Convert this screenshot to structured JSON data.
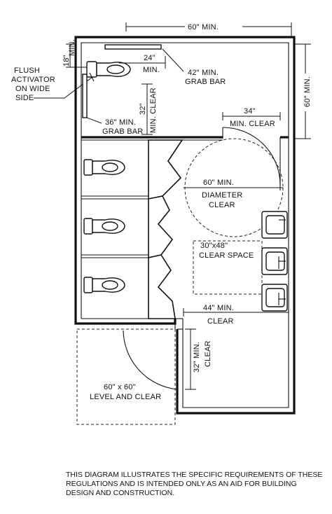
{
  "labels": {
    "width_top": "60\" MIN.",
    "height_right": "60\" MIN.",
    "dim_18": "18\"",
    "dim_18_min": "MIN.",
    "flush_1": "FLUSH",
    "flush_2": "ACTIVATOR",
    "flush_3": "ON WIDE",
    "flush_4": "SIDE",
    "dim_24": "24\"",
    "dim_24_min": "MIN.",
    "grab42_1": "42\" MIN.",
    "grab42_2": "GRAB BAR",
    "dim_32_top": "32\"",
    "min_clear_vertical": "MIN. CLEAR",
    "grab36_1": "36\" MIN.",
    "grab36_2": "GRAB BAR",
    "dim_34": "34\"",
    "min_clear_34": "MIN. CLEAR",
    "diameter_60": "60\" MIN.",
    "diameter_1": "DIAMETER",
    "diameter_2": "CLEAR",
    "clear_space_1": "30\"x48\"",
    "clear_space_2": "CLEAR SPACE",
    "dim_44": "44\" MIN.",
    "clear_44": "CLEAR",
    "dim_32_min_bottom": "32\" MIN.",
    "clear_vertical_bottom": "CLEAR",
    "level_1": "60\" x 60\"",
    "level_2": "LEVEL AND CLEAR"
  },
  "footer": {
    "disclaimer": "THIS DIAGRAM ILLUSTRATES THE SPECIFIC REQUIREMENTS OF THESE REGULATIONS AND IS INTENDED ONLY AS AN AID FOR BUILDING DESIGN AND CONSTRUCTION."
  }
}
